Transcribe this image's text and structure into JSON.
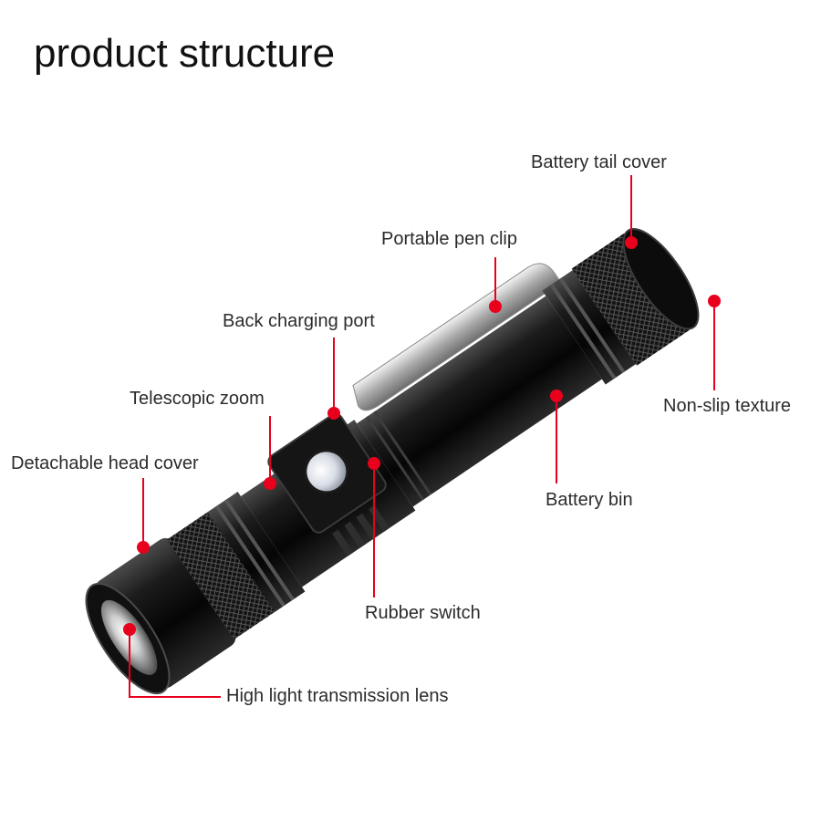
{
  "title": "product structure",
  "accent_color": "#e8001c",
  "callouts": [
    {
      "key": "tail_cover",
      "text": "Battery tail cover"
    },
    {
      "key": "pen_clip",
      "text": "Portable pen clip"
    },
    {
      "key": "charging_port",
      "text": "Back charging port"
    },
    {
      "key": "telescopic_zoom",
      "text": "Telescopic zoom"
    },
    {
      "key": "head_cover",
      "text": "Detachable head cover"
    },
    {
      "key": "non_slip",
      "text": "Non-slip texture"
    },
    {
      "key": "battery_bin",
      "text": "Battery bin"
    },
    {
      "key": "rubber_switch",
      "text": "Rubber switch"
    },
    {
      "key": "lens",
      "text": "High light transmission lens"
    }
  ]
}
